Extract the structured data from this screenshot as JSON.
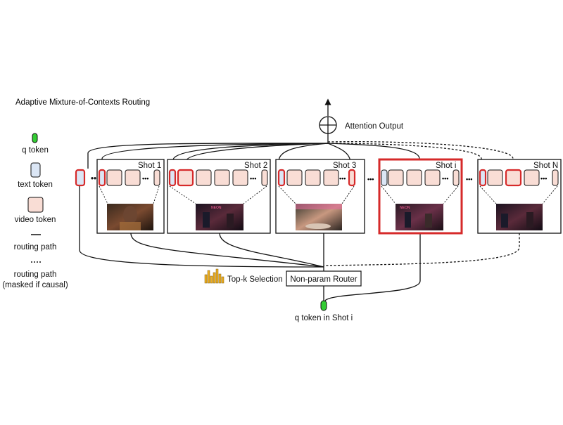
{
  "title": "Adaptive Mixture-of-Contexts Routing",
  "legend": {
    "q_token": "q token",
    "text_token": "text token",
    "video_token": "video token",
    "routing_path": "routing path",
    "routing_path_masked_line1": "routing path",
    "routing_path_masked_line2": "(masked if causal)"
  },
  "attention_output": "Attention Output",
  "shots": {
    "s1": "Shot 1",
    "s2": "Shot 2",
    "s3": "Shot 3",
    "si": "Shot i",
    "sn": "Shot N"
  },
  "topk_label": "Top-k Selection",
  "router_label": "Non-param Router",
  "q_in_shot": "q token in Shot i",
  "colors": {
    "selected": "#d62a2a",
    "video_token_fill": "#f9ddd5",
    "text_token_fill": "#dbe6f5",
    "q_token_fill": "#33cc33",
    "topk_bars": "#f0b020"
  },
  "icons": [
    "oplus-icon",
    "bar-chart-icon",
    "ellipsis-icon",
    "frame-thumbnail"
  ]
}
